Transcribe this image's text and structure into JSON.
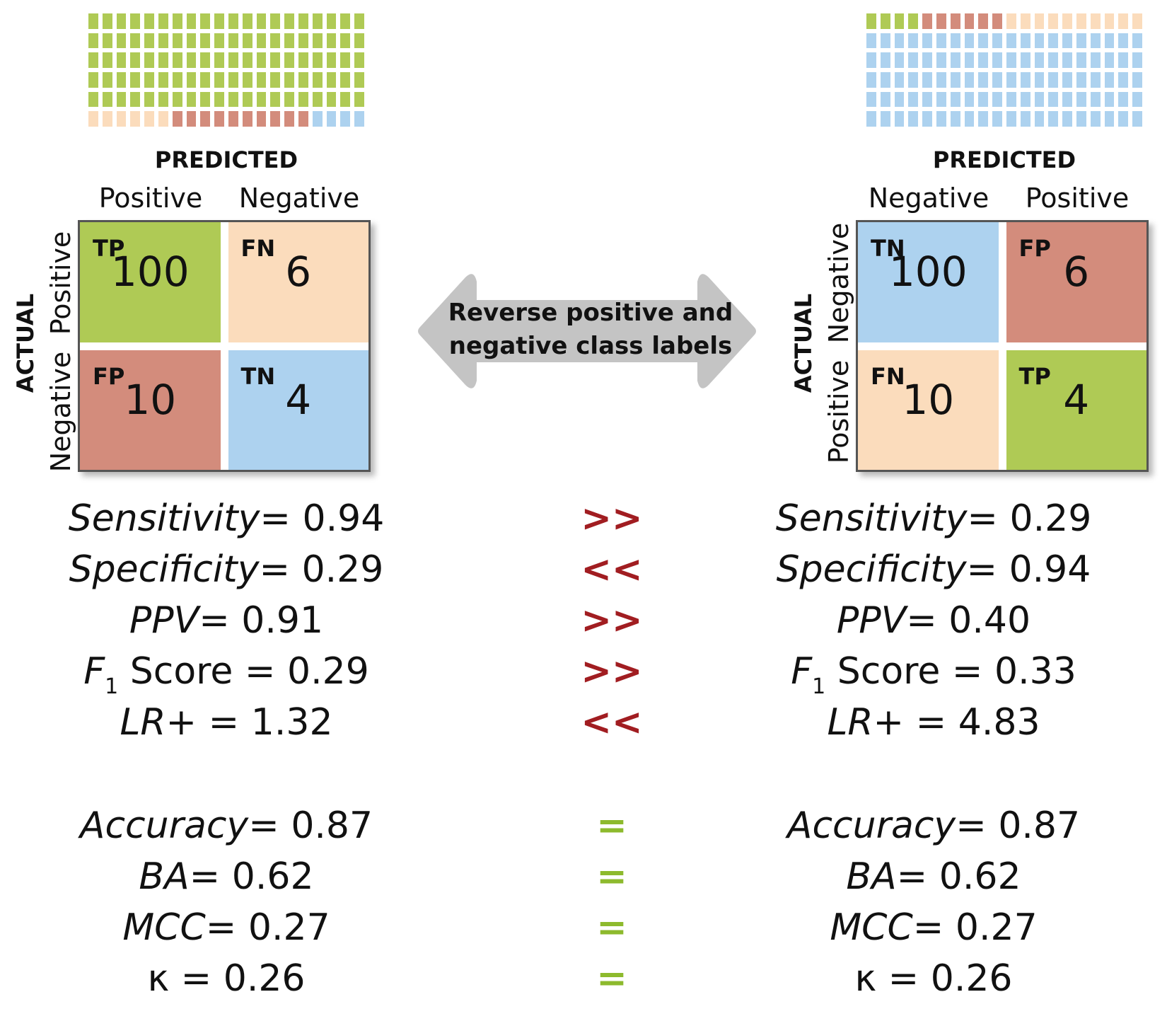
{
  "colors": {
    "green": "#afca55",
    "red": "#d38c7c",
    "peach": "#fbdcbc",
    "blue": "#add2ef",
    "comparator_red": "#a11d21",
    "comparator_green": "#8dba2d"
  },
  "left": {
    "waffle": [
      {
        "color": "green",
        "count": 100
      },
      {
        "color": "peach",
        "count": 6
      },
      {
        "color": "red",
        "count": 10
      },
      {
        "color": "blue",
        "count": 4
      }
    ],
    "predicted_label": "PREDICTED",
    "actual_label": "ACTUAL",
    "columns": [
      "Positive",
      "Negative"
    ],
    "rows": [
      "Positive",
      "Negative"
    ],
    "cells": [
      {
        "tag": "TP",
        "value": "100",
        "color": "green"
      },
      {
        "tag": "FN",
        "value": "6",
        "color": "peach"
      },
      {
        "tag": "FP",
        "value": "10",
        "color": "red"
      },
      {
        "tag": "TN",
        "value": "4",
        "color": "blue"
      }
    ],
    "metrics": [
      {
        "name": "Sensitivity",
        "sub": "",
        "value": "= 0.94"
      },
      {
        "name": "Specificity",
        "sub": "",
        "value": "= 0.29"
      },
      {
        "name": "PPV",
        "sub": "",
        "value": "= 0.91"
      },
      {
        "name": "F",
        "sub": "1",
        "value": " Score = 0.29"
      },
      {
        "name": "LR+",
        "sub": "",
        "value": " = 1.32"
      },
      {
        "name": "Accuracy",
        "sub": "",
        "value": "= 0.87"
      },
      {
        "name": "BA",
        "sub": "",
        "value": "= 0.62"
      },
      {
        "name": "MCC",
        "sub": "",
        "value": "= 0.27"
      },
      {
        "name": "κ",
        "sub": "",
        "value": " = 0.26"
      }
    ]
  },
  "right": {
    "waffle": [
      {
        "color": "green",
        "count": 4
      },
      {
        "color": "red",
        "count": 6
      },
      {
        "color": "peach",
        "count": 10
      },
      {
        "color": "blue",
        "count": 100
      }
    ],
    "predicted_label": "PREDICTED",
    "actual_label": "ACTUAL",
    "columns": [
      "Negative",
      "Positive"
    ],
    "rows": [
      "Negative",
      "Positive"
    ],
    "cells": [
      {
        "tag": "TN",
        "value": "100",
        "color": "blue"
      },
      {
        "tag": "FP",
        "value": "6",
        "color": "red"
      },
      {
        "tag": "FN",
        "value": "10",
        "color": "peach"
      },
      {
        "tag": "TP",
        "value": "4",
        "color": "green"
      }
    ],
    "metrics": [
      {
        "name": "Sensitivity",
        "sub": "",
        "value": "= 0.29"
      },
      {
        "name": "Specificity",
        "sub": "",
        "value": "= 0.94"
      },
      {
        "name": "PPV",
        "sub": "",
        "value": "= 0.40"
      },
      {
        "name": "F",
        "sub": "1",
        "value": " Score = 0.33"
      },
      {
        "name": "LR+",
        "sub": "",
        "value": " = 4.83"
      },
      {
        "name": "Accuracy",
        "sub": "",
        "value": "= 0.87"
      },
      {
        "name": "BA",
        "sub": "",
        "value": "= 0.62"
      },
      {
        "name": "MCC",
        "sub": "",
        "value": "= 0.27"
      },
      {
        "name": "κ",
        "sub": "",
        "value": " = 0.26"
      }
    ]
  },
  "arrow_text": {
    "line1": "Reverse positive and",
    "line2": "negative class labels"
  },
  "comparators": [
    {
      "symbol": ">>",
      "color": "comparator_red"
    },
    {
      "symbol": "<<",
      "color": "comparator_red"
    },
    {
      "symbol": ">>",
      "color": "comparator_red"
    },
    {
      "symbol": ">>",
      "color": "comparator_red"
    },
    {
      "symbol": "<<",
      "color": "comparator_red"
    },
    {
      "symbol": "=",
      "color": "comparator_green"
    },
    {
      "symbol": "=",
      "color": "comparator_green"
    },
    {
      "symbol": "=",
      "color": "comparator_green"
    },
    {
      "symbol": "=",
      "color": "comparator_green"
    }
  ]
}
